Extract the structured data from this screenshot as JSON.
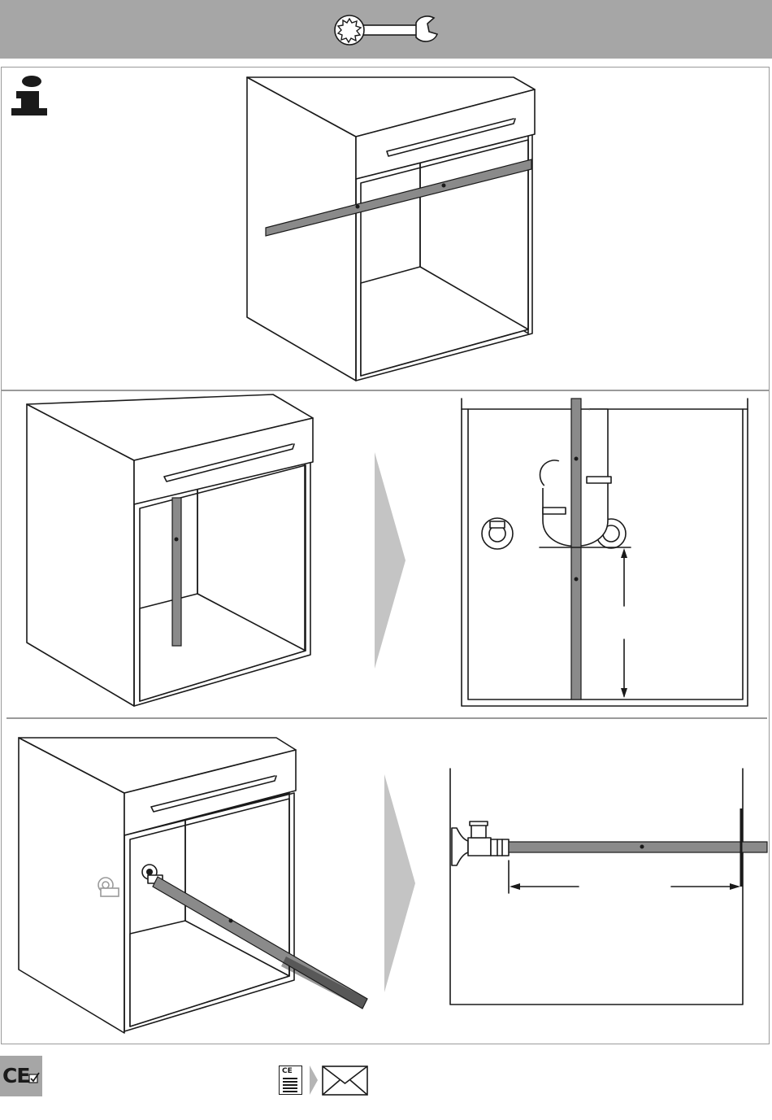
{
  "header": {
    "icon": "wrench-icon",
    "background": "#a6a6a6"
  },
  "panels": [
    {
      "id": "info",
      "icon": "info-icon"
    },
    {
      "id": "vertical-measure",
      "icon": "arrow-right-icon"
    },
    {
      "id": "horizontal-measure",
      "icon": "arrow-right-icon"
    }
  ],
  "footer": {
    "ce_mark": {
      "text": "CE",
      "icon": "checkbox-check-icon"
    },
    "document_icon": {
      "text": "CE",
      "icon": "document-icon"
    },
    "mail_icon": "envelope-icon"
  }
}
